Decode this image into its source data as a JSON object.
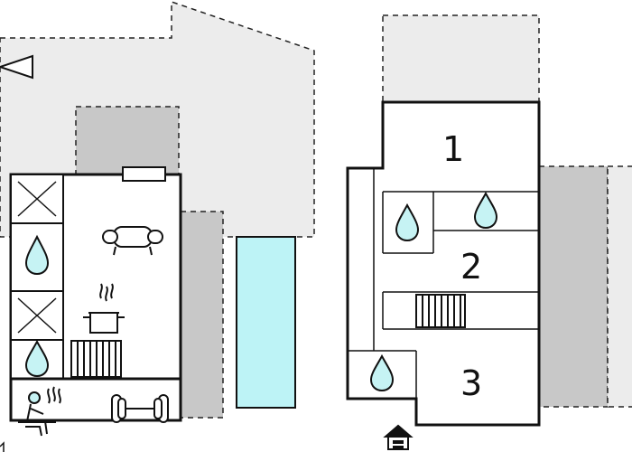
{
  "floorplan": {
    "colors": {
      "wall": "#1a1a1a",
      "outdoor_area": "#ececec",
      "dark_area": "#c8c8c8",
      "pool": "#bdf3f6",
      "water": "#c6f3f4",
      "background": "#ffffff"
    },
    "room_labels": [
      "1",
      "2",
      "3"
    ],
    "symbols": [
      "sofa-icon",
      "cooking-pot-icon",
      "water-drop-icon",
      "stairs-icon",
      "sauna-icon",
      "dumbbell-icon",
      "entrance-house-icon",
      "compass-arrow-icon"
    ]
  }
}
